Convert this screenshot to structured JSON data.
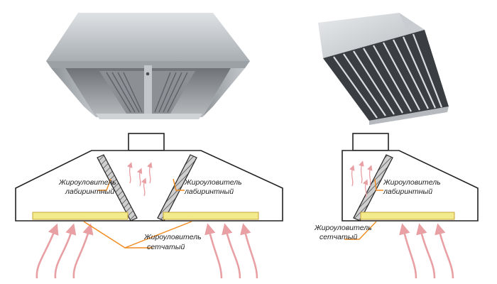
{
  "colors": {
    "outline": "#222222",
    "arrow": "#e8a0a4",
    "filter_fill": "#f3ea8c",
    "filter_stroke": "#c9a63a",
    "leader": "#f08a1e",
    "steel": "#c8ccd0"
  },
  "left_diagram": {
    "label_lab_left": [
      "Жироуловитель",
      "лабиринтный"
    ],
    "label_lab_right": [
      "Жироуловитель",
      "лабиринтный"
    ],
    "label_mesh": [
      "Жироуловитель",
      "сетчатый"
    ]
  },
  "right_diagram": {
    "label_lab": [
      "Жироуловитель",
      "лабиринтный"
    ],
    "label_mesh": [
      "Жироуловитель",
      "сетчатый"
    ]
  },
  "photos": {
    "left": "island-hood-photo",
    "right": "wall-hood-photo"
  }
}
